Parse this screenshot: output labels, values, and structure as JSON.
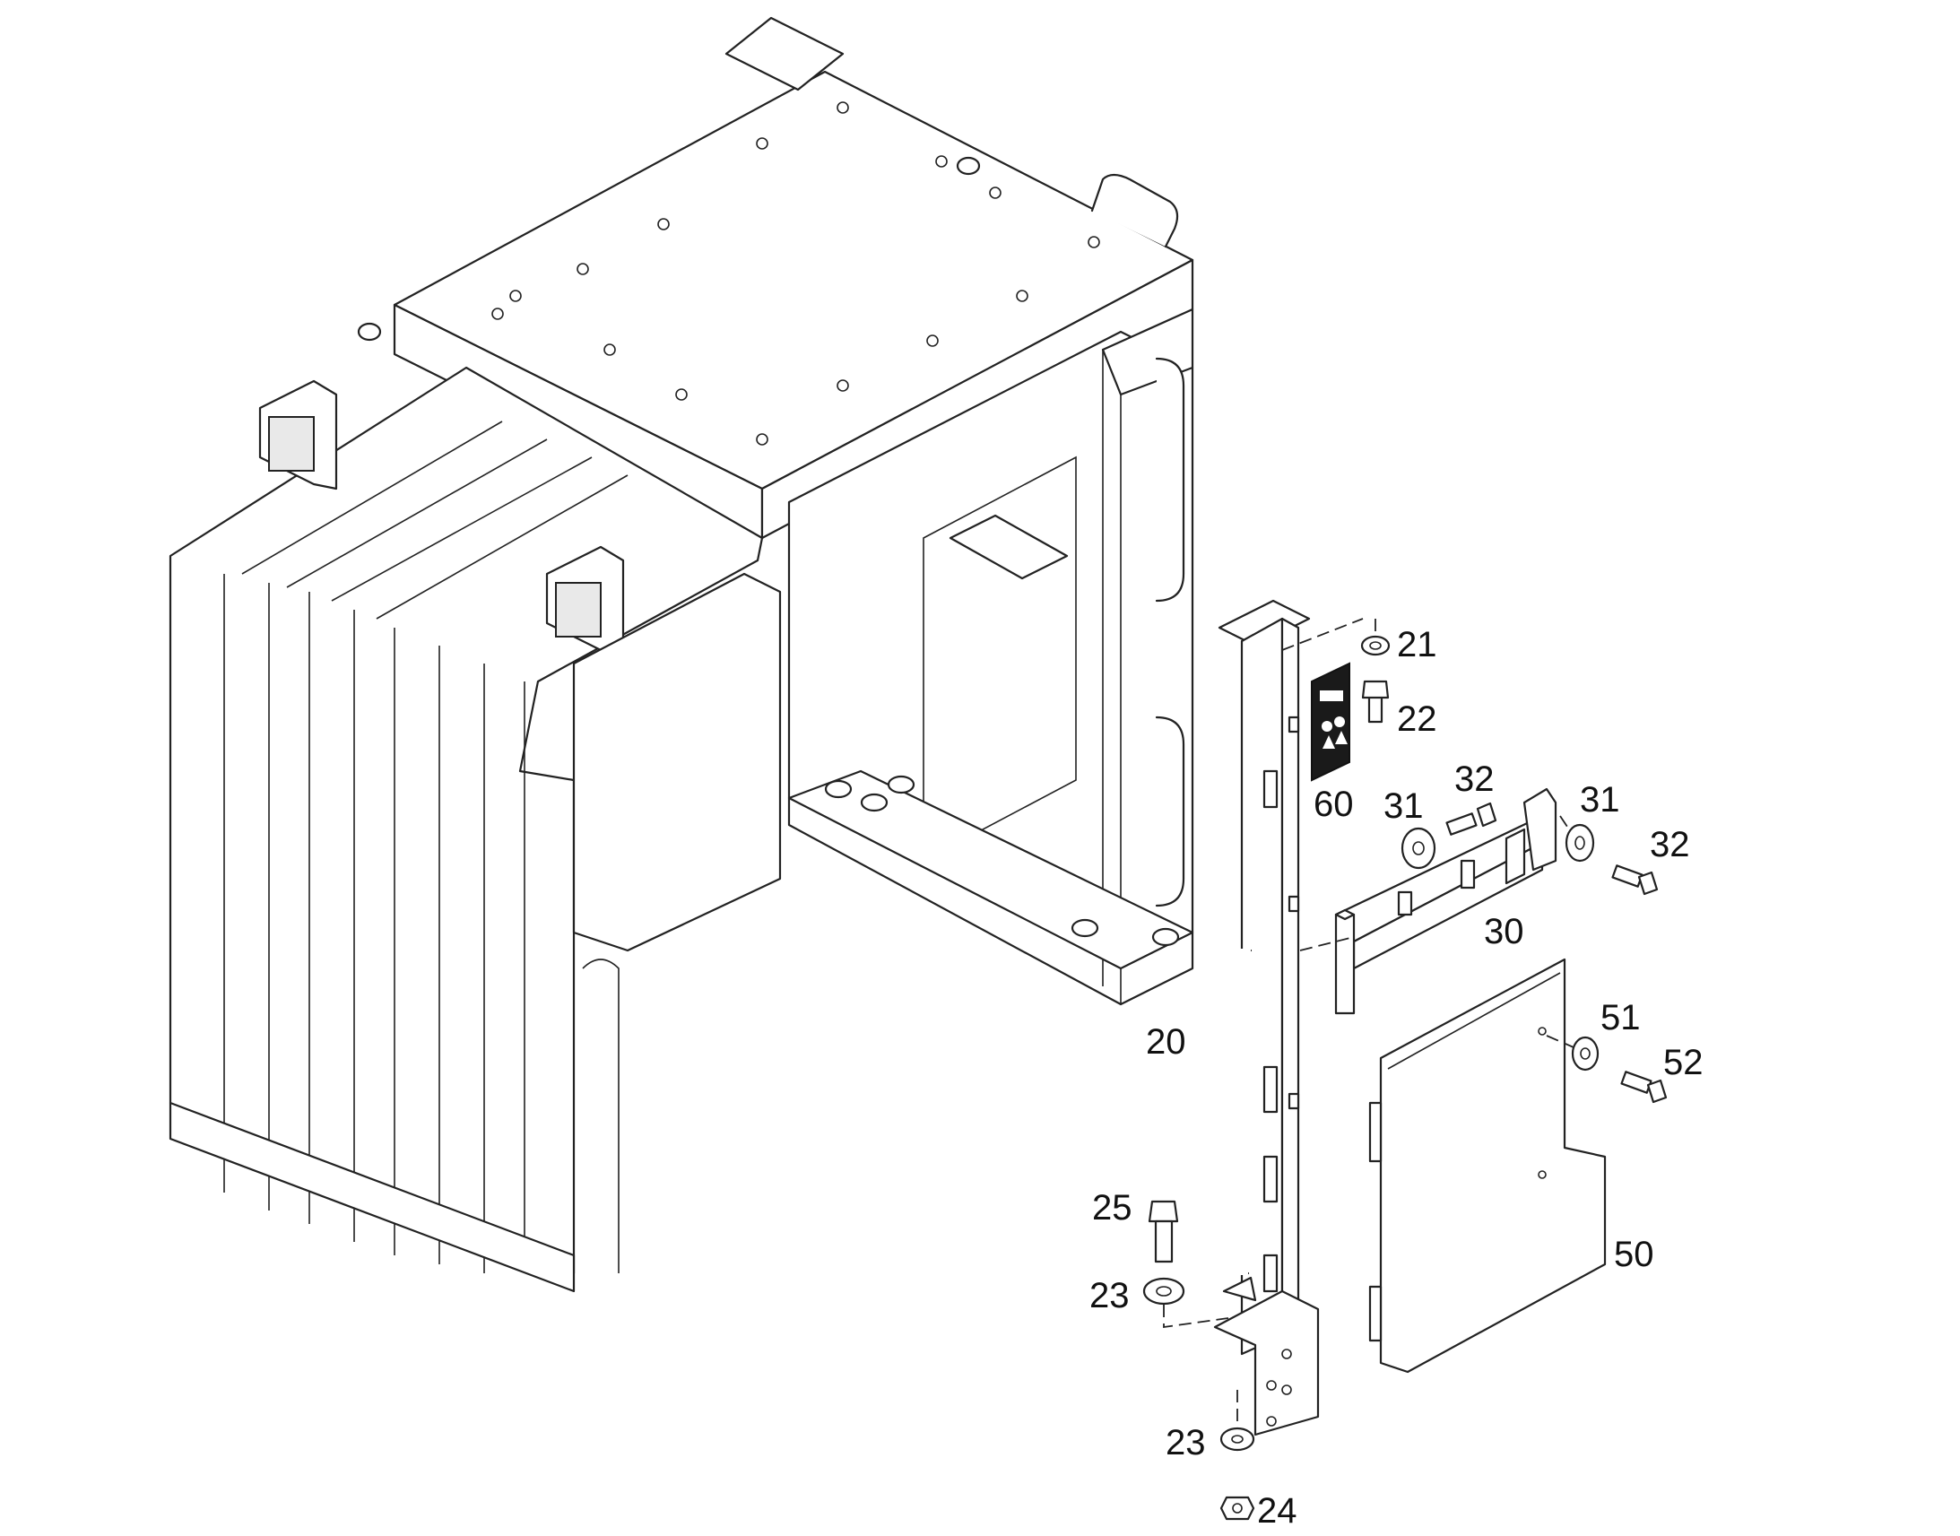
{
  "diagram": {
    "callouts": [
      {
        "id": "c20",
        "label": "20"
      },
      {
        "id": "c21",
        "label": "21"
      },
      {
        "id": "c22",
        "label": "22"
      },
      {
        "id": "c23a",
        "label": "23"
      },
      {
        "id": "c23b",
        "label": "23"
      },
      {
        "id": "c24",
        "label": "24"
      },
      {
        "id": "c25",
        "label": "25"
      },
      {
        "id": "c30",
        "label": "30"
      },
      {
        "id": "c31a",
        "label": "31"
      },
      {
        "id": "c31b",
        "label": "31"
      },
      {
        "id": "c32a",
        "label": "32"
      },
      {
        "id": "c32b",
        "label": "32"
      },
      {
        "id": "c50",
        "label": "50"
      },
      {
        "id": "c51",
        "label": "51"
      },
      {
        "id": "c52",
        "label": "52"
      },
      {
        "id": "c60",
        "label": "60"
      }
    ]
  }
}
